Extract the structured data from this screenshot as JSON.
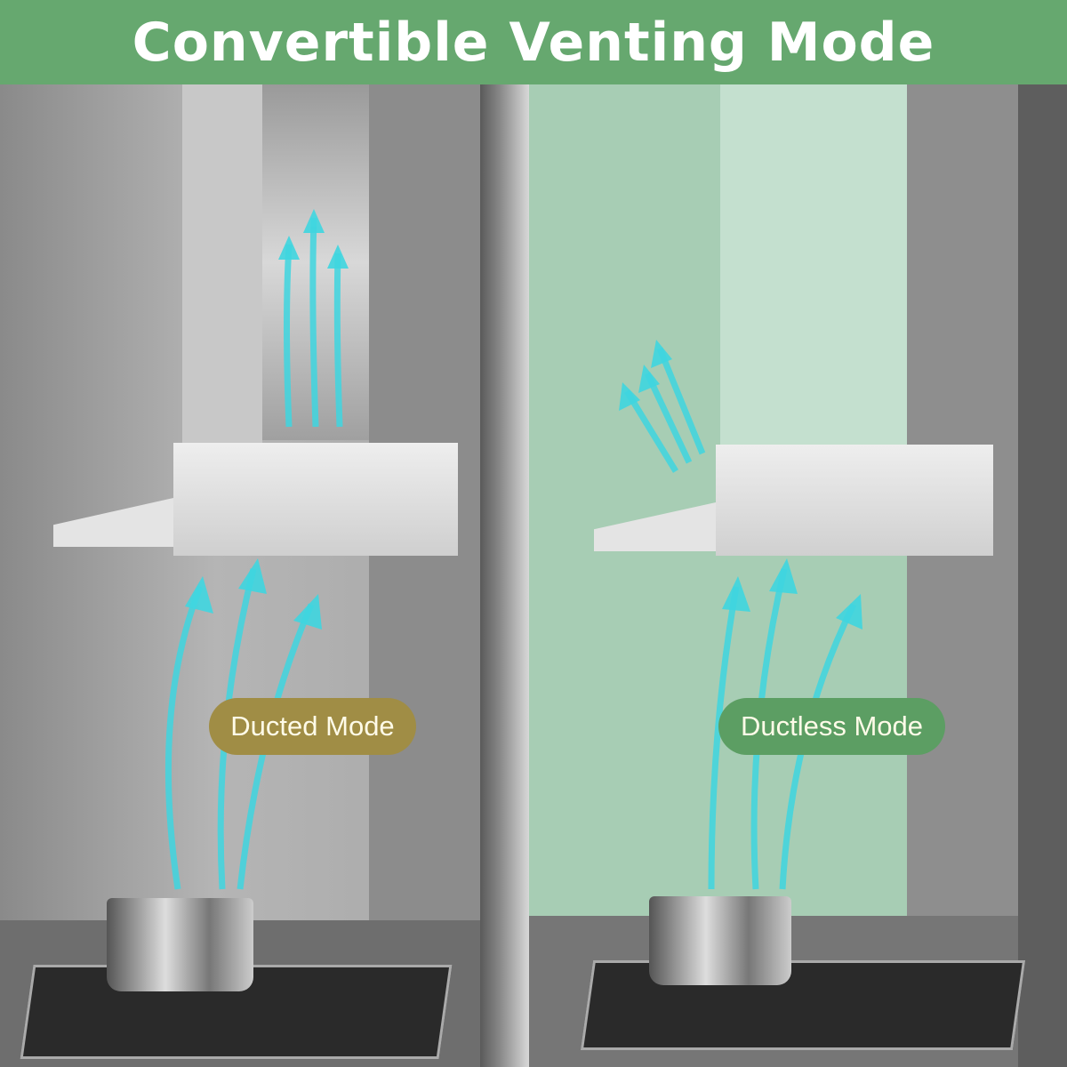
{
  "banner": {
    "title": "Convertible Venting Mode",
    "color": "#66a86f"
  },
  "left_panel": {
    "label": "Ducted Mode",
    "label_color": "#a08d45"
  },
  "right_panel": {
    "label": "Ductless Mode",
    "label_color": "#5c9e63"
  },
  "arrow_color": "#3fd6e0"
}
